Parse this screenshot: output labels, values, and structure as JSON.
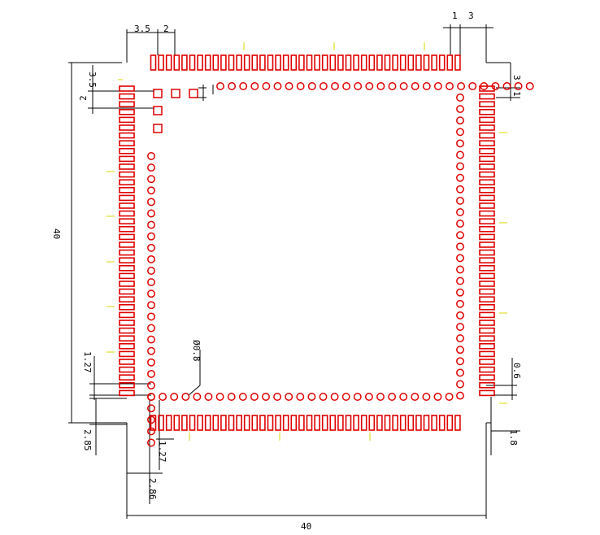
{
  "colors": {
    "pad": "#e00000",
    "hole": "#e00000",
    "outline_tick": "#d8d800",
    "dimension": "#000000",
    "background": "#ffffff"
  },
  "pads": {
    "top_row_count": 40,
    "bottom_row_count": 40,
    "left_column_count": 40,
    "right_column_count": 40,
    "corner_square_count": 5
  },
  "holes": {
    "top_row_count": 28,
    "right_column_count": 27,
    "left_column_count": 26,
    "bottom_row_count": 27
  },
  "dimensions": {
    "top_left_offset": "3.5",
    "top_pad_gap": "2",
    "top_right_a": "1",
    "top_right_b": "3",
    "left_upper_a": "3.5",
    "left_upper_b": "2",
    "right_upper_a": "3",
    "right_upper_b": "1",
    "overall_height": "40",
    "left_pitch": "1.27",
    "right_lower_a": "0.6",
    "right_lower_b": "1.8",
    "hole_diameter": "Ø0.8",
    "bottom_left_a": "2.85",
    "bottom_pitch": "1.27",
    "bottom_left_b": "2.86",
    "overall_width": "40"
  }
}
